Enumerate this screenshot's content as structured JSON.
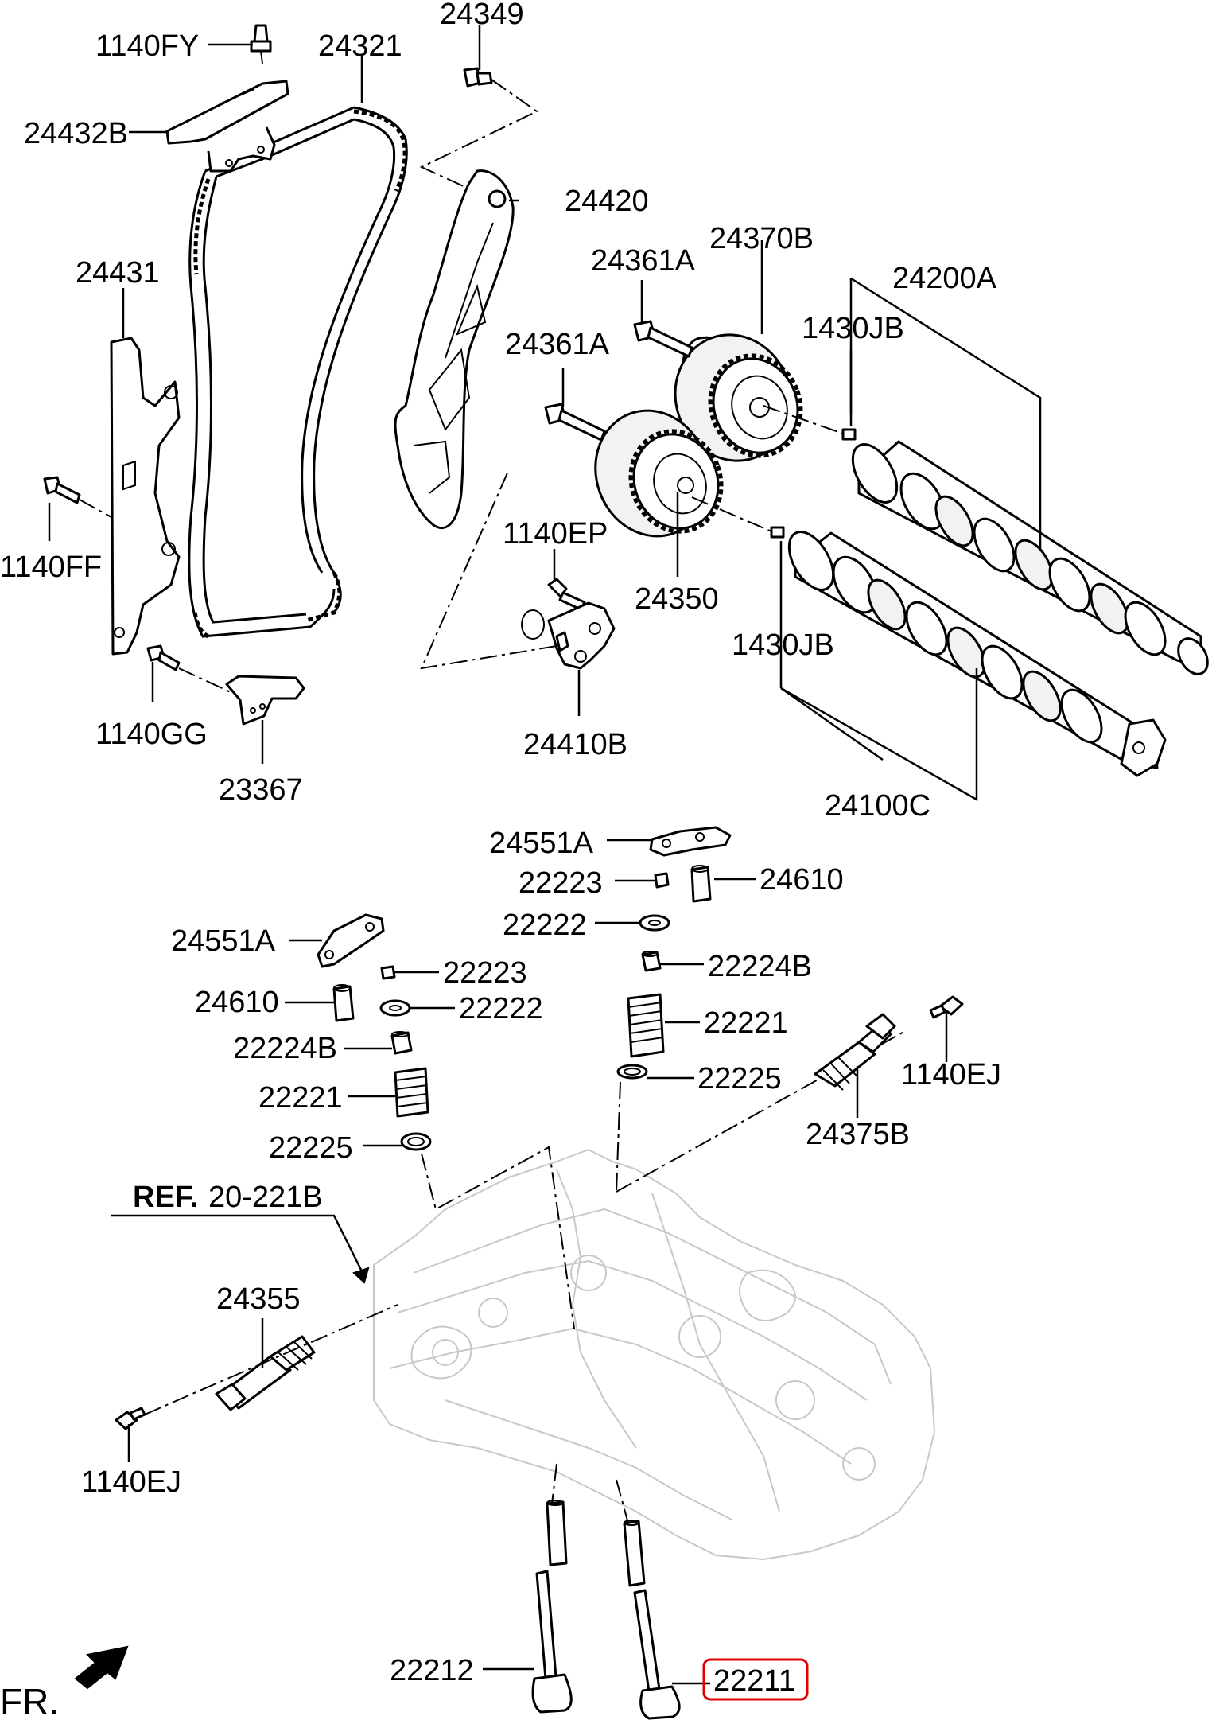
{
  "diagram": {
    "labels": {
      "p1140FY": "1140FY",
      "p24321": "24321",
      "p24349": "24349",
      "p24432B": "24432B",
      "p24420": "24420",
      "p24431": "24431",
      "p24361A_top": "24361A",
      "p24370B": "24370B",
      "p24200A": "24200A",
      "p24361A_mid": "24361A",
      "p1430JB_top": "1430JB",
      "p1140FF": "1140FF",
      "p1140EP": "1140EP",
      "p24350": "24350",
      "p1430JB_bot": "1430JB",
      "p1140GG": "1140GG",
      "p24410B": "24410B",
      "p23367": "23367",
      "p24100C": "24100C",
      "p24551A_r": "24551A",
      "p22223_r": "22223",
      "p24610_r": "24610",
      "p22222_r": "22222",
      "p24551A_l": "24551A",
      "p22224B_r": "22224B",
      "p22223_l": "22223",
      "p24610_l": "24610",
      "p22222_l": "22222",
      "p22221_r": "22221",
      "p22224B_l": "22224B",
      "p22225_r": "22225",
      "p1140EJ_r": "1140EJ",
      "p22221_l": "22221",
      "p24375B": "24375B",
      "p22225_l": "22225",
      "ref_bold": "REF.",
      "ref_num": "20-221B",
      "p24355": "24355",
      "p1140EJ_l": "1140EJ",
      "p22212": "22212",
      "p22211": "22211",
      "fr": "FR."
    },
    "highlighted_part": "22211",
    "highlight_color": "#e00000"
  }
}
